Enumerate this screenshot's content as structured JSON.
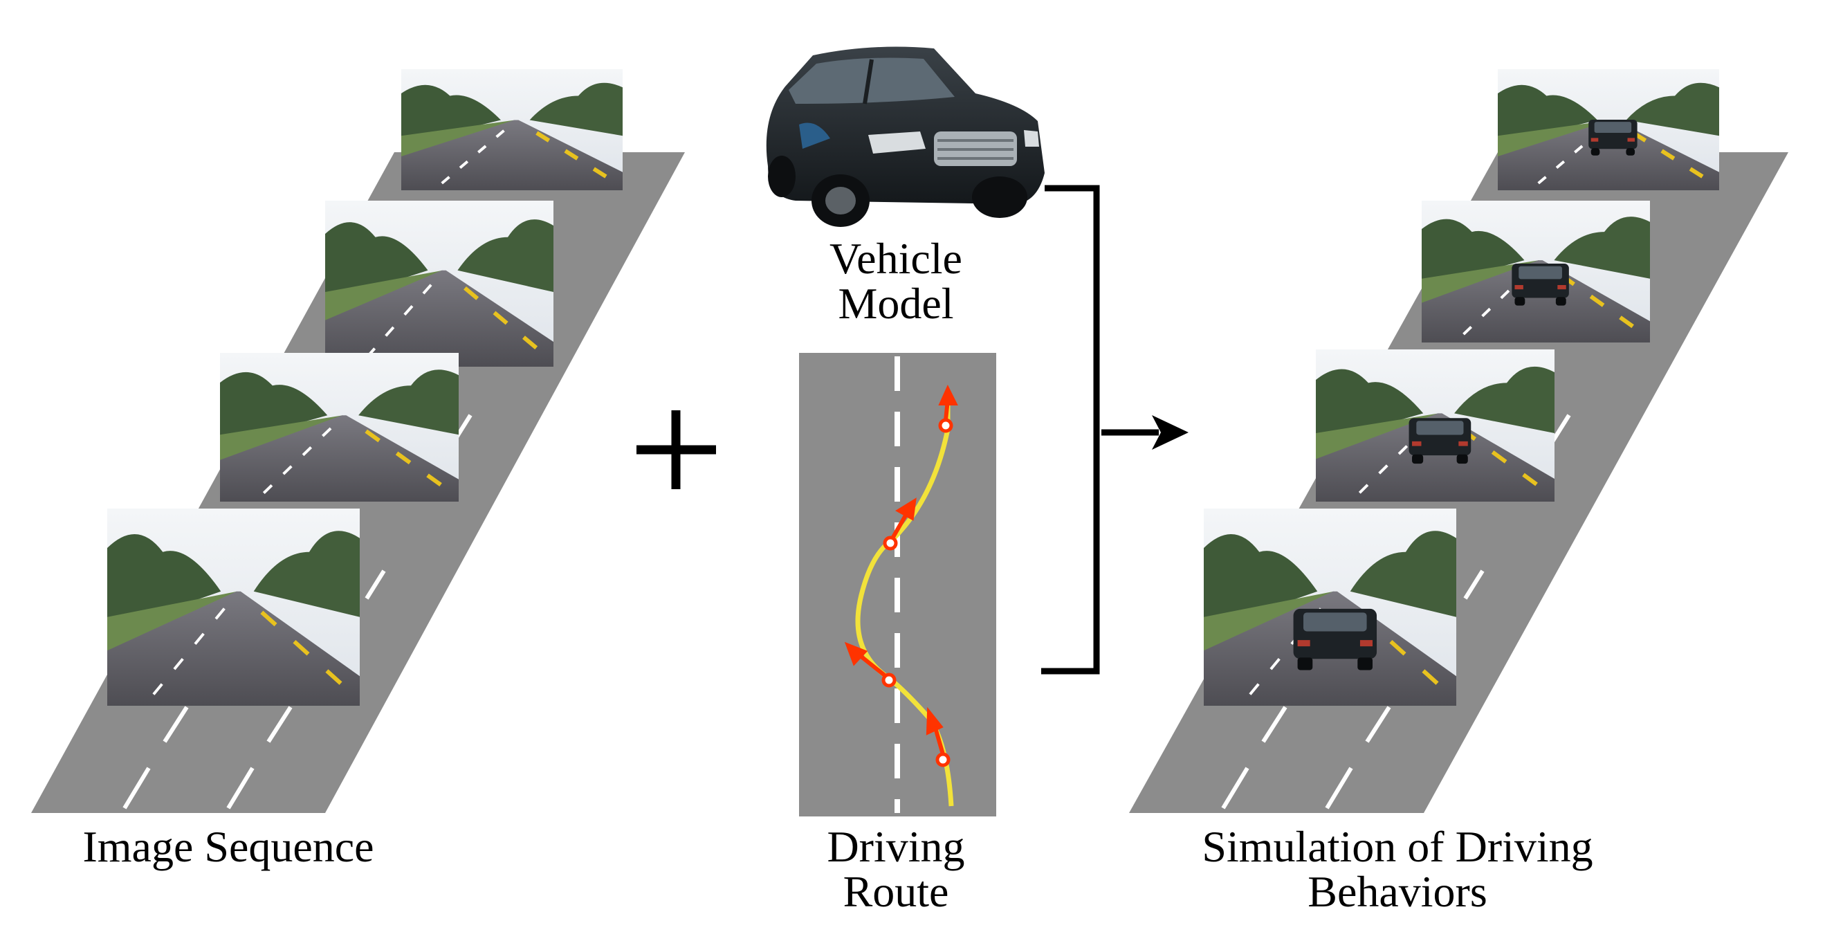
{
  "labels": {
    "image_sequence": "Image Sequence",
    "vehicle_model_line1": "Vehicle",
    "vehicle_model_line2": "Model",
    "driving_route_line1": "Driving",
    "driving_route_line2": "Route",
    "simulation_line1": "Simulation of Driving",
    "simulation_line2": "Behaviors"
  },
  "symbols": {
    "plus": "plus-icon",
    "arrow": "right-arrow-icon"
  },
  "colors": {
    "road": "#8c8c8c",
    "asphalt": "#5e5d63",
    "lane_white": "#ffffff",
    "lane_yellow": "#e8c21f",
    "route_curve": "#f2e23a",
    "route_waypoint": "#ff3300",
    "vehicle_body": "#1f2428"
  },
  "image_sequence": {
    "frame_count": 4
  },
  "simulation": {
    "frame_count": 4
  }
}
